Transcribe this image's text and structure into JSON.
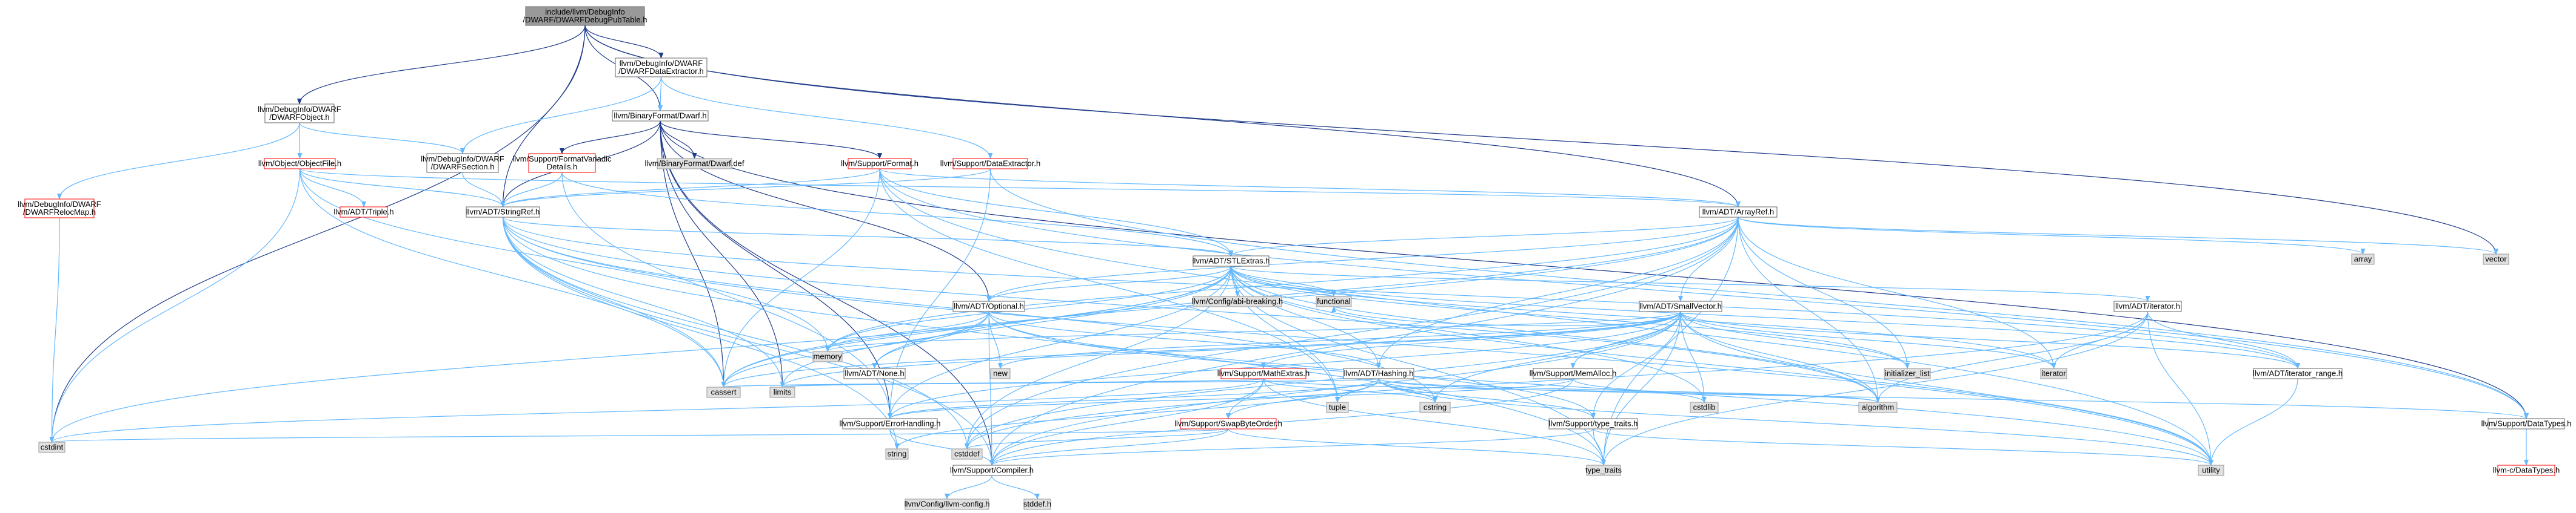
{
  "colors": {
    "edge_include": "#63b8ff",
    "edge_strong": "#1f3b8a",
    "box_default_fill": "#ffffff",
    "box_default_border": "#666666",
    "box_missing_fill": "#e0e0e0",
    "box_missing_border": "#999999",
    "box_root_fill": "#999999",
    "box_root_border": "#666666",
    "box_trunc_border": "#ff0000",
    "label_trunc": "#ff0000"
  },
  "nodes": [
    {
      "id": "root",
      "lines": [
        "include/llvm/DebugInfo",
        "/DWARF/DWARFDebugPubTable.h"
      ],
      "kind": "root"
    },
    {
      "id": "dataextractor",
      "lines": [
        "llvm/DebugInfo/DWARF",
        "/DWARFDataExtractor.h"
      ],
      "kind": "normal"
    },
    {
      "id": "dwarfobject",
      "lines": [
        "llvm/DebugInfo/DWARF",
        "/DWARFObject.h"
      ],
      "kind": "normal"
    },
    {
      "id": "binaryformat",
      "lines": [
        "llvm/BinaryFormat/Dwarf.h"
      ],
      "kind": "normal"
    },
    {
      "id": "objectfile",
      "lines": [
        "llvm/Object/ObjectFile.h"
      ],
      "kind": "truncated"
    },
    {
      "id": "dwarfsection",
      "lines": [
        "llvm/DebugInfo/DWARF",
        "/DWARFSection.h"
      ],
      "kind": "normal"
    },
    {
      "id": "formatvariadic",
      "lines": [
        "llvm/Support/FormatVariadic",
        "Details.h"
      ],
      "kind": "truncated"
    },
    {
      "id": "dwarfdef",
      "lines": [
        "llvm/BinaryFormat/Dwarf.def"
      ],
      "kind": "missing"
    },
    {
      "id": "supportformat",
      "lines": [
        "llvm/Support/Format.h"
      ],
      "kind": "truncated"
    },
    {
      "id": "supportdataext",
      "lines": [
        "llvm/Support/DataExtractor.h"
      ],
      "kind": "truncated"
    },
    {
      "id": "relocmap",
      "lines": [
        "llvm/DebugInfo/DWARF",
        "/DWARFRelocMap.h"
      ],
      "kind": "truncated"
    },
    {
      "id": "triple",
      "lines": [
        "llvm/ADT/Triple.h"
      ],
      "kind": "truncated"
    },
    {
      "id": "stringref",
      "lines": [
        "llvm/ADT/StringRef.h"
      ],
      "kind": "normal"
    },
    {
      "id": "arrayref",
      "lines": [
        "llvm/ADT/ArrayRef.h"
      ],
      "kind": "normal"
    },
    {
      "id": "stlextras",
      "lines": [
        "llvm/ADT/STLExtras.h"
      ],
      "kind": "normal"
    },
    {
      "id": "configabi",
      "lines": [
        "llvm/Config/abi-breaking.h"
      ],
      "kind": "missing"
    },
    {
      "id": "functional",
      "lines": [
        "functional"
      ],
      "kind": "missing"
    },
    {
      "id": "array",
      "lines": [
        "array"
      ],
      "kind": "missing"
    },
    {
      "id": "vector",
      "lines": [
        "vector"
      ],
      "kind": "missing"
    },
    {
      "id": "optional",
      "lines": [
        "llvm/ADT/Optional.h"
      ],
      "kind": "normal"
    },
    {
      "id": "smallvector",
      "lines": [
        "llvm/ADT/SmallVector.h"
      ],
      "kind": "normal"
    },
    {
      "id": "iterator",
      "lines": [
        "llvm/ADT/iterator.h"
      ],
      "kind": "normal"
    },
    {
      "id": "memory",
      "lines": [
        "memory"
      ],
      "kind": "missing"
    },
    {
      "id": "none",
      "lines": [
        "llvm/ADT/None.h"
      ],
      "kind": "normal"
    },
    {
      "id": "new",
      "lines": [
        "new"
      ],
      "kind": "missing"
    },
    {
      "id": "memalloc",
      "lines": [
        "llvm/Support/MemAlloc.h"
      ],
      "kind": "normal"
    },
    {
      "id": "initlist",
      "lines": [
        "initializer_list"
      ],
      "kind": "missing"
    },
    {
      "id": "iteratorstd",
      "lines": [
        "iterator"
      ],
      "kind": "missing"
    },
    {
      "id": "iterrange",
      "lines": [
        "llvm/ADT/iterator_range.h"
      ],
      "kind": "normal"
    },
    {
      "id": "mathextras",
      "lines": [
        "llvm/Support/MathExtras.h"
      ],
      "kind": "truncated"
    },
    {
      "id": "hashing",
      "lines": [
        "llvm/ADT/Hashing.h"
      ],
      "kind": "normal"
    },
    {
      "id": "cassert",
      "lines": [
        "cassert"
      ],
      "kind": "missing"
    },
    {
      "id": "limits",
      "lines": [
        "limits"
      ],
      "kind": "missing"
    },
    {
      "id": "tuple",
      "lines": [
        "tuple"
      ],
      "kind": "missing"
    },
    {
      "id": "cstring",
      "lines": [
        "cstring"
      ],
      "kind": "missing"
    },
    {
      "id": "cstdlib",
      "lines": [
        "cstdlib"
      ],
      "kind": "missing"
    },
    {
      "id": "algorithm",
      "lines": [
        "algorithm"
      ],
      "kind": "missing"
    },
    {
      "id": "typetraitsllvm",
      "lines": [
        "llvm/Support/type_traits.h"
      ],
      "kind": "normal"
    },
    {
      "id": "datatypes",
      "lines": [
        "llvm/Support/DataTypes.h"
      ],
      "kind": "normal"
    },
    {
      "id": "swapbyte",
      "lines": [
        "llvm/Support/SwapByteOrder.h"
      ],
      "kind": "truncated"
    },
    {
      "id": "errorhandling",
      "lines": [
        "llvm/Support/ErrorHandling.h"
      ],
      "kind": "normal"
    },
    {
      "id": "cstdint",
      "lines": [
        "cstdint"
      ],
      "kind": "missing"
    },
    {
      "id": "string",
      "lines": [
        "string"
      ],
      "kind": "missing"
    },
    {
      "id": "cstddef",
      "lines": [
        "cstddef"
      ],
      "kind": "missing"
    },
    {
      "id": "compiler",
      "lines": [
        "llvm/Support/Compiler.h"
      ],
      "kind": "normal"
    },
    {
      "id": "typetraits",
      "lines": [
        "type_traits"
      ],
      "kind": "missing"
    },
    {
      "id": "utility",
      "lines": [
        "utility"
      ],
      "kind": "missing"
    },
    {
      "id": "cdatatypes",
      "lines": [
        "llvm-c/DataTypes.h"
      ],
      "kind": "truncated"
    },
    {
      "id": "llvmconfig",
      "lines": [
        "llvm/Config/llvm-config.h"
      ],
      "kind": "missing"
    },
    {
      "id": "stddef",
      "lines": [
        "stddef.h"
      ],
      "kind": "missing"
    }
  ],
  "edges": [
    [
      "root",
      "dataextractor"
    ],
    [
      "root",
      "dwarfobject"
    ],
    [
      "root",
      "binaryformat"
    ],
    [
      "root",
      "stringref"
    ],
    [
      "root",
      "arrayref"
    ],
    [
      "root",
      "vector"
    ],
    [
      "root",
      "cstdint"
    ],
    [
      "dataextractor",
      "binaryformat"
    ],
    [
      "dataextractor",
      "dwarfsection"
    ],
    [
      "dataextractor",
      "supportdataext"
    ],
    [
      "dwarfobject",
      "relocmap"
    ],
    [
      "dwarfobject",
      "dwarfsection"
    ],
    [
      "dwarfobject",
      "objectfile"
    ],
    [
      "binaryformat",
      "formatvariadic"
    ],
    [
      "binaryformat",
      "dwarfdef"
    ],
    [
      "binaryformat",
      "supportformat"
    ],
    [
      "binaryformat",
      "stringref"
    ],
    [
      "binaryformat",
      "optional"
    ],
    [
      "binaryformat",
      "compiler"
    ],
    [
      "binaryformat",
      "errorhandling"
    ],
    [
      "binaryformat",
      "datatypes"
    ],
    [
      "binaryformat",
      "limits"
    ],
    [
      "binaryformat",
      "cassert"
    ],
    [
      "objectfile",
      "triple"
    ],
    [
      "objectfile",
      "stringref"
    ],
    [
      "objectfile",
      "arrayref"
    ],
    [
      "objectfile",
      "cstdint"
    ],
    [
      "objectfile",
      "memory"
    ],
    [
      "objectfile",
      "cassert"
    ],
    [
      "dwarfsection",
      "stringref"
    ],
    [
      "formatvariadic",
      "stringref"
    ],
    [
      "formatvariadic",
      "stlextras"
    ],
    [
      "formatvariadic",
      "errorhandling"
    ],
    [
      "supportformat",
      "stringref"
    ],
    [
      "supportformat",
      "arrayref"
    ],
    [
      "supportformat",
      "stlextras"
    ],
    [
      "supportformat",
      "datatypes"
    ],
    [
      "supportformat",
      "cassert"
    ],
    [
      "supportformat",
      "tuple"
    ],
    [
      "supportformat",
      "utility"
    ],
    [
      "supportdataext",
      "stringref"
    ],
    [
      "supportdataext",
      "datatypes"
    ],
    [
      "supportdataext",
      "errorhandling"
    ],
    [
      "relocmap",
      "cstdint"
    ],
    [
      "stringref",
      "stlextras"
    ],
    [
      "stringref",
      "iterrange"
    ],
    [
      "stringref",
      "compiler"
    ],
    [
      "stringref",
      "algorithm"
    ],
    [
      "stringref",
      "cassert"
    ],
    [
      "stringref",
      "cstddef"
    ],
    [
      "stringref",
      "cstring"
    ],
    [
      "stringref",
      "limits"
    ],
    [
      "stringref",
      "string"
    ],
    [
      "stringref",
      "typetraits"
    ],
    [
      "stringref",
      "utility"
    ],
    [
      "arrayref",
      "hashing"
    ],
    [
      "arrayref",
      "smallvector"
    ],
    [
      "arrayref",
      "stlextras"
    ],
    [
      "arrayref",
      "compiler"
    ],
    [
      "arrayref",
      "algorithm"
    ],
    [
      "arrayref",
      "array"
    ],
    [
      "arrayref",
      "cassert"
    ],
    [
      "arrayref",
      "cstddef"
    ],
    [
      "arrayref",
      "initlist"
    ],
    [
      "arrayref",
      "iteratorstd"
    ],
    [
      "arrayref",
      "memory"
    ],
    [
      "arrayref",
      "typetraits"
    ],
    [
      "arrayref",
      "vector"
    ],
    [
      "arrayref",
      "optional"
    ],
    [
      "arrayref",
      "none"
    ],
    [
      "stlextras",
      "optional"
    ],
    [
      "stlextras",
      "iterator"
    ],
    [
      "stlextras",
      "iterrange"
    ],
    [
      "stlextras",
      "configabi"
    ],
    [
      "stlextras",
      "errorhandling"
    ],
    [
      "stlextras",
      "algorithm"
    ],
    [
      "stlextras",
      "cassert"
    ],
    [
      "stlextras",
      "cstddef"
    ],
    [
      "stlextras",
      "cstdint"
    ],
    [
      "stlextras",
      "cstdlib"
    ],
    [
      "stlextras",
      "functional"
    ],
    [
      "stlextras",
      "initlist"
    ],
    [
      "stlextras",
      "iteratorstd"
    ],
    [
      "stlextras",
      "limits"
    ],
    [
      "stlextras",
      "memory"
    ],
    [
      "stlextras",
      "tuple"
    ],
    [
      "stlextras",
      "typetraits"
    ],
    [
      "stlextras",
      "utility"
    ],
    [
      "stlextras",
      "hashing"
    ],
    [
      "optional",
      "hashing"
    ],
    [
      "optional",
      "none"
    ],
    [
      "optional",
      "compiler"
    ],
    [
      "optional",
      "typetraitsllvm"
    ],
    [
      "optional",
      "cassert"
    ],
    [
      "optional",
      "memory"
    ],
    [
      "optional",
      "new"
    ],
    [
      "optional",
      "utility"
    ],
    [
      "smallvector",
      "mathextras"
    ],
    [
      "smallvector",
      "memalloc"
    ],
    [
      "smallvector",
      "typetraitsllvm"
    ],
    [
      "smallvector",
      "compiler"
    ],
    [
      "smallvector",
      "algorithm"
    ],
    [
      "smallvector",
      "cassert"
    ],
    [
      "smallvector",
      "cstddef"
    ],
    [
      "smallvector",
      "cstdlib"
    ],
    [
      "smallvector",
      "cstring"
    ],
    [
      "smallvector",
      "functional"
    ],
    [
      "smallvector",
      "initlist"
    ],
    [
      "smallvector",
      "iteratorstd"
    ],
    [
      "smallvector",
      "limits"
    ],
    [
      "smallvector",
      "memory"
    ],
    [
      "smallvector",
      "new"
    ],
    [
      "smallvector",
      "typetraits"
    ],
    [
      "smallvector",
      "utility"
    ],
    [
      "smallvector",
      "iterrange"
    ],
    [
      "smallvector",
      "errorhandling"
    ],
    [
      "iterator",
      "iterrange"
    ],
    [
      "iterator",
      "algorithm"
    ],
    [
      "iterator",
      "cstddef"
    ],
    [
      "iterator",
      "iteratorstd"
    ],
    [
      "iterator",
      "typetraits"
    ],
    [
      "iterator",
      "utility"
    ],
    [
      "memalloc",
      "compiler"
    ],
    [
      "memalloc",
      "errorhandling"
    ],
    [
      "memalloc",
      "cstdlib"
    ],
    [
      "iterrange",
      "utility"
    ],
    [
      "mathextras",
      "compiler"
    ],
    [
      "mathextras",
      "swapbyte"
    ],
    [
      "mathextras",
      "algorithm"
    ],
    [
      "mathextras",
      "cassert"
    ],
    [
      "mathextras",
      "climits"
    ],
    [
      "mathextras",
      "cstdint"
    ],
    [
      "mathextras",
      "cstring"
    ],
    [
      "mathextras",
      "limits"
    ],
    [
      "mathextras",
      "typetraits"
    ],
    [
      "hashing",
      "datatypes"
    ],
    [
      "hashing",
      "errorhandling"
    ],
    [
      "hashing",
      "swapbyte"
    ],
    [
      "hashing",
      "typetraitsllvm"
    ],
    [
      "hashing",
      "algorithm"
    ],
    [
      "hashing",
      "cassert"
    ],
    [
      "hashing",
      "cstring"
    ],
    [
      "hashing",
      "string"
    ],
    [
      "hashing",
      "tuple"
    ],
    [
      "hashing",
      "utility"
    ],
    [
      "typetraitsllvm",
      "compiler"
    ],
    [
      "typetraitsllvm",
      "typetraits"
    ],
    [
      "typetraitsllvm",
      "utility"
    ],
    [
      "datatypes",
      "cdatatypes"
    ],
    [
      "swapbyte",
      "compiler"
    ],
    [
      "swapbyte",
      "cstddef"
    ],
    [
      "swapbyte",
      "cstdint"
    ],
    [
      "swapbyte",
      "typetraits"
    ],
    [
      "errorhandling",
      "compiler"
    ],
    [
      "errorhandling",
      "string"
    ],
    [
      "compiler",
      "llvmconfig"
    ],
    [
      "compiler",
      "stddef"
    ]
  ]
}
